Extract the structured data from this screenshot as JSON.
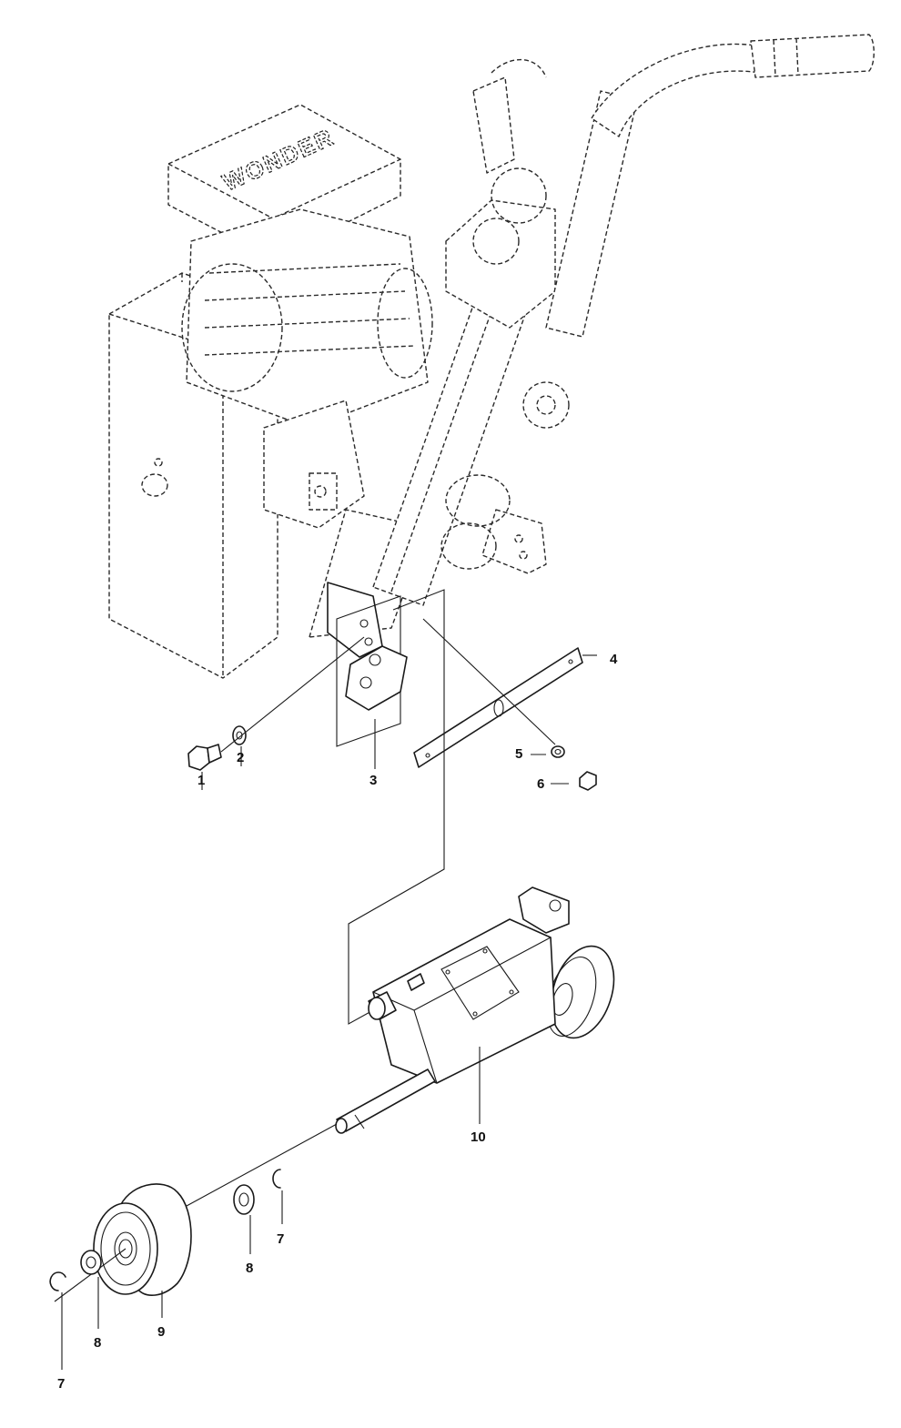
{
  "diagram": {
    "brand_text": "WONDER",
    "callouts": {
      "c1": "1",
      "c2": "2",
      "c3": "3",
      "c4": "4",
      "c5": "5",
      "c6": "6",
      "c7a": "7",
      "c7b": "7",
      "c8a": "8",
      "c8b": "8",
      "c9": "9",
      "c10": "10"
    }
  }
}
